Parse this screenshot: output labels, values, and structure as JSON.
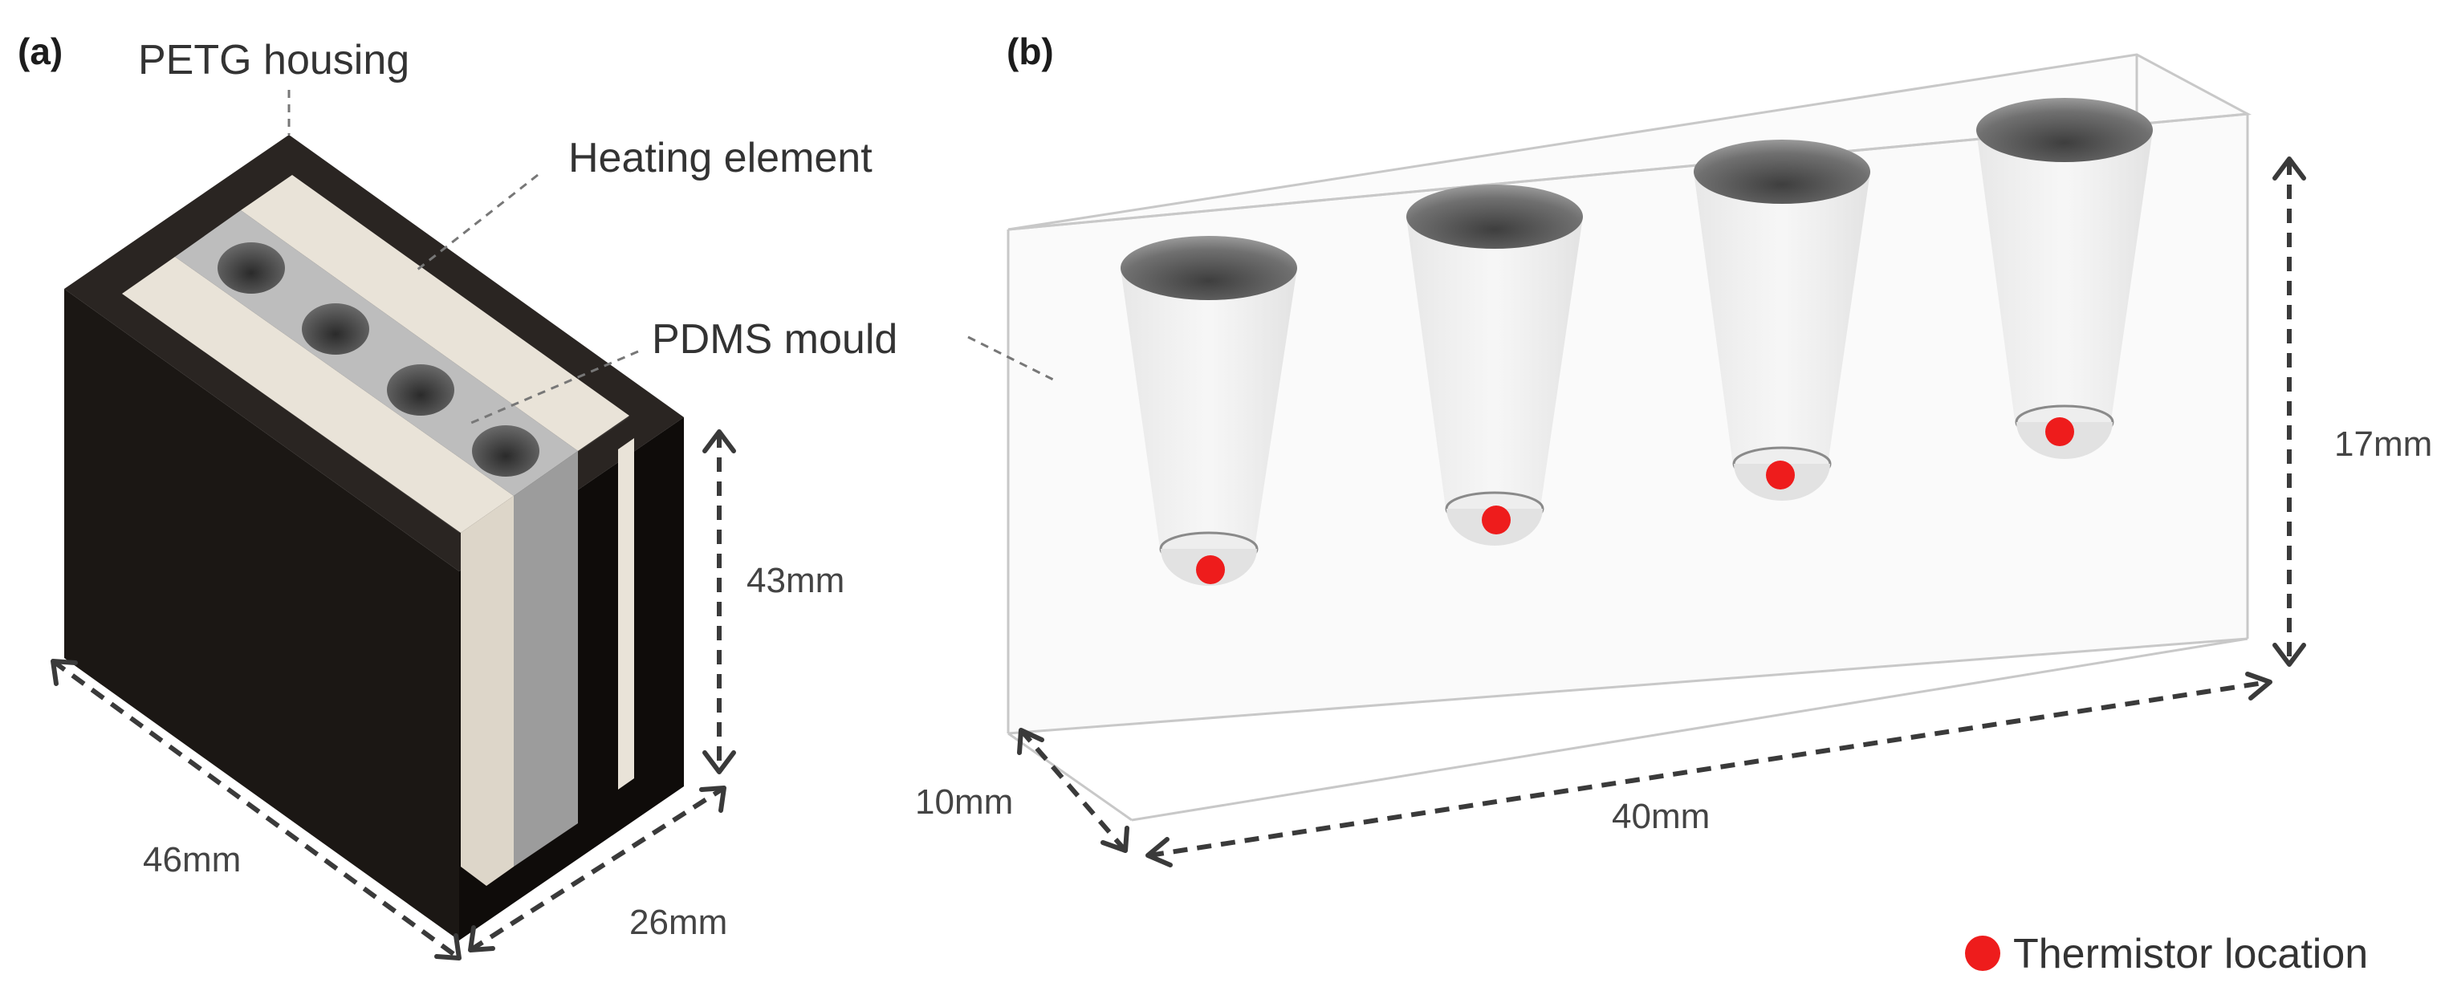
{
  "panel_a": {
    "label": "(a)",
    "callouts": {
      "housing": "PETG housing",
      "heating": "Heating element",
      "mould": "PDMS mould"
    },
    "dimensions": {
      "height": "43mm",
      "length": "46mm",
      "width": "26mm"
    }
  },
  "panel_b": {
    "label": "(b)",
    "dimensions": {
      "height": "17mm",
      "depth": "10mm",
      "length": "40mm"
    },
    "wells": 4,
    "legend": {
      "marker_color": "#ee1c1c",
      "text": "Thermistor location"
    }
  },
  "colors": {
    "housing": "#1b1714",
    "heating_element": "#e9e3d8",
    "mould": "#c9c9c9",
    "thermistor": "#ee1c1c"
  }
}
